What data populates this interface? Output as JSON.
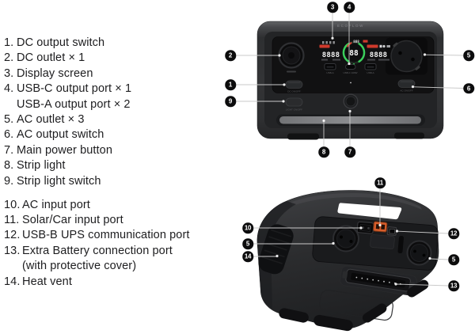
{
  "legend": {
    "items": [
      {
        "num": "1.",
        "text": "DC output switch"
      },
      {
        "num": "2.",
        "text": "DC outlet × 1"
      },
      {
        "num": "3.",
        "text": "Display screen"
      },
      {
        "num": "4.",
        "text": "USB-C output port × 1"
      },
      {
        "num": "",
        "text": "USB-A output port × 2"
      },
      {
        "num": "5.",
        "text": "AC outlet × 3"
      },
      {
        "num": "6.",
        "text": "AC output switch"
      },
      {
        "num": "7.",
        "text": "Main power button"
      },
      {
        "num": "8.",
        "text": "Strip light"
      },
      {
        "num": "9.",
        "text": "Strip light switch"
      },
      {
        "num": "10.",
        "text": "AC input port"
      },
      {
        "num": "11.",
        "text": "Solar/Car input port"
      },
      {
        "num": "12.",
        "text": "USB-B UPS communication port"
      },
      {
        "num": "13.",
        "text": "Extra Battery connection port"
      },
      {
        "num": "",
        "text": "(with protective cover)"
      },
      {
        "num": "14.",
        "text": "Heat vent"
      }
    ]
  },
  "front_view": {
    "brand": "ECOFLOW",
    "display": {
      "timer": "888",
      "input_watts": "8888",
      "battery_percent": "88",
      "output_watts": "8888"
    },
    "usb_port_labels": {
      "left": "USB-A",
      "center": "USB-C 100W",
      "right": "USB-A"
    },
    "switch_labels": {
      "dc": "DC ON/OFF",
      "ac": "AC ON/OFF",
      "light": "LIGHT ON/OFF"
    },
    "callouts": {
      "c1": "1",
      "c2": "2",
      "c3": "3",
      "c4": "4",
      "c5": "5",
      "c6": "6",
      "c7": "7",
      "c8": "8",
      "c9": "9"
    }
  },
  "rear_view": {
    "callouts": {
      "c10": "10",
      "c11": "11",
      "c12": "12",
      "c13": "13",
      "c14": "14",
      "c5_left": "5",
      "c5_right": "5"
    }
  },
  "colors": {
    "background": "#ffffff",
    "text": "#1d1d1f",
    "badge": "#0c0c0d",
    "device_body": "#323335",
    "front_panel": "#131314",
    "accent_orange": "#d65d2b",
    "display_green": "#3ad15c",
    "display_red": "#cf3a2c",
    "strip_light": "#8b8c8f",
    "leader_line": "#c9c9c9"
  }
}
